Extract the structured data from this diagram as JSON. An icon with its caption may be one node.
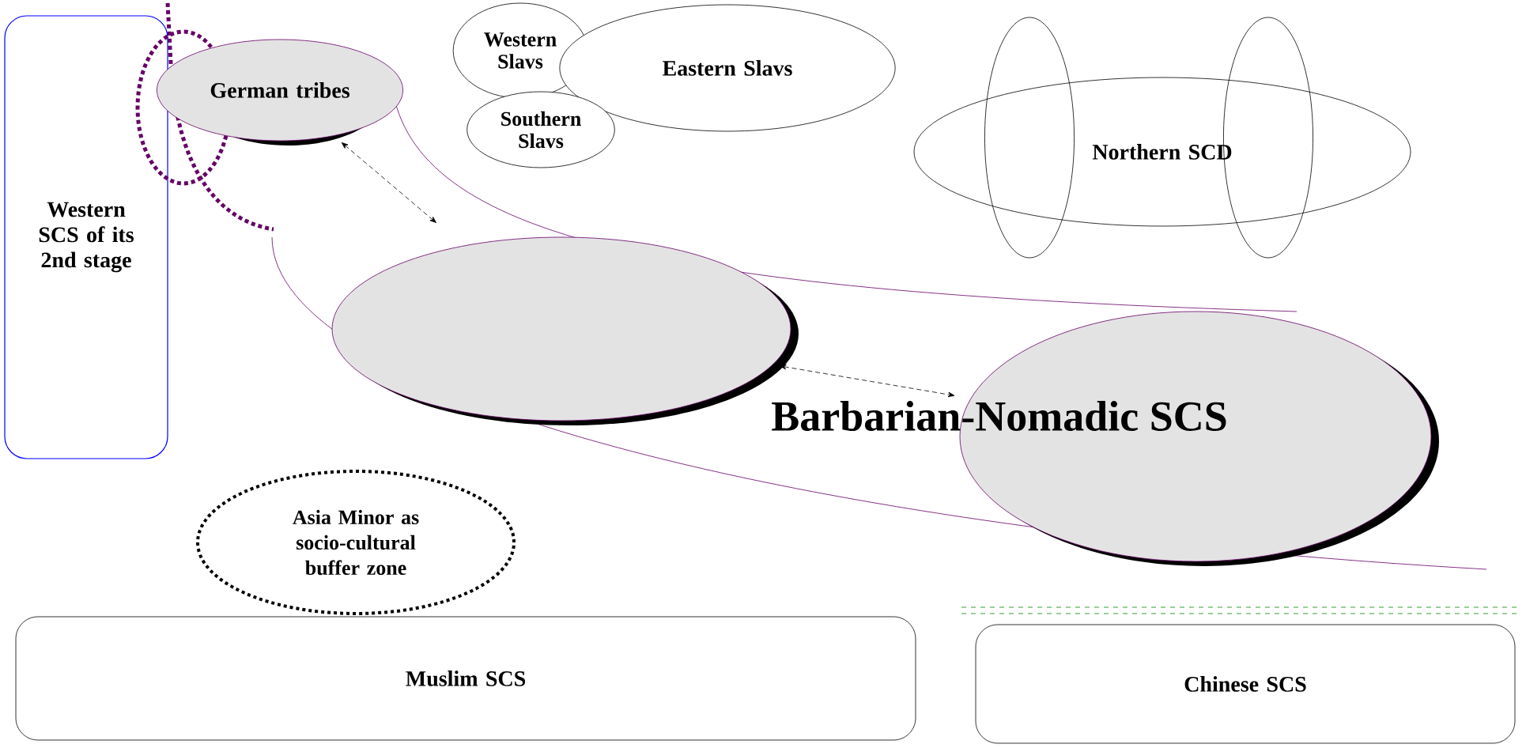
{
  "diagram": {
    "nodes": [
      {
        "text": [
          "Western SCS of its 2nd stage"
        ]
      },
      {
        "text": [],
        "shape": "ellipse"
      },
      {
        "text": [
          "German tribes"
        ]
      },
      {
        "text": [
          "Western Slavs"
        ]
      },
      {
        "text": [
          "Eastern Slavs"
        ]
      },
      {
        "text": [
          "Southern Slavs"
        ]
      },
      {
        "text": [
          "Northern SCD"
        ]
      },
      {
        "text": [],
        "shape": "ellipse"
      },
      {
        "text": [],
        "shape": "ellipse"
      },
      {
        "text": [],
        "shape": "ellipse"
      },
      {
        "text": [],
        "shape": "ellipse"
      },
      {
        "text": [
          "Asia Minor as socio-cultural buffer zone"
        ]
      },
      {
        "text": [
          "Muslim SCS"
        ]
      },
      {
        "text": [
          "Chinese SCS"
        ]
      }
    ],
    "edges": [
      {
        "from": 2,
        "to": 9,
        "arrow": "both",
        "style": "dashed"
      },
      {
        "from": 9,
        "to": 10,
        "arrow": "both",
        "style": "dashed"
      }
    ],
    "labels": [
      "Barbarian-Nomadic SCS"
    ]
  }
}
